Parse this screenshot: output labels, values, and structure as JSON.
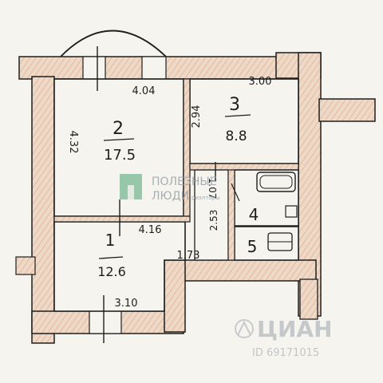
{
  "plan": {
    "rooms": [
      {
        "id": "room-2",
        "number": "2",
        "area": "17.5"
      },
      {
        "id": "room-3",
        "number": "3",
        "area": "8.8"
      },
      {
        "id": "room-1",
        "number": "1",
        "area": "12.6"
      },
      {
        "id": "room-4",
        "number": "4",
        "area": ""
      },
      {
        "id": "room-5",
        "number": "5",
        "area": ""
      }
    ],
    "dimensions": {
      "room2_width": "4.04",
      "room2_height": "4.32",
      "room3_width": "3.00",
      "room3_height": "2.94",
      "room2_bottom": "4.16",
      "hall_small": "1.07",
      "corridor_height": "2.53",
      "hall_step": "1.73",
      "room1_bottom": "3.10"
    }
  },
  "watermark": {
    "line1": "ПОЛЕЗНЫЕ",
    "line2": "ЛЮДИ",
    "small": "риэлторы",
    "brand": "ЦИАН",
    "id_text": "ID 69171015"
  },
  "colors": {
    "wall_fill": "#ecd9c6",
    "wall_hatch": "#e8a08c",
    "line": "#1e1e1e",
    "watermark": "#b9bec3",
    "watermark_logo": "#49a36e",
    "number_teal": "#1f6d5e"
  }
}
